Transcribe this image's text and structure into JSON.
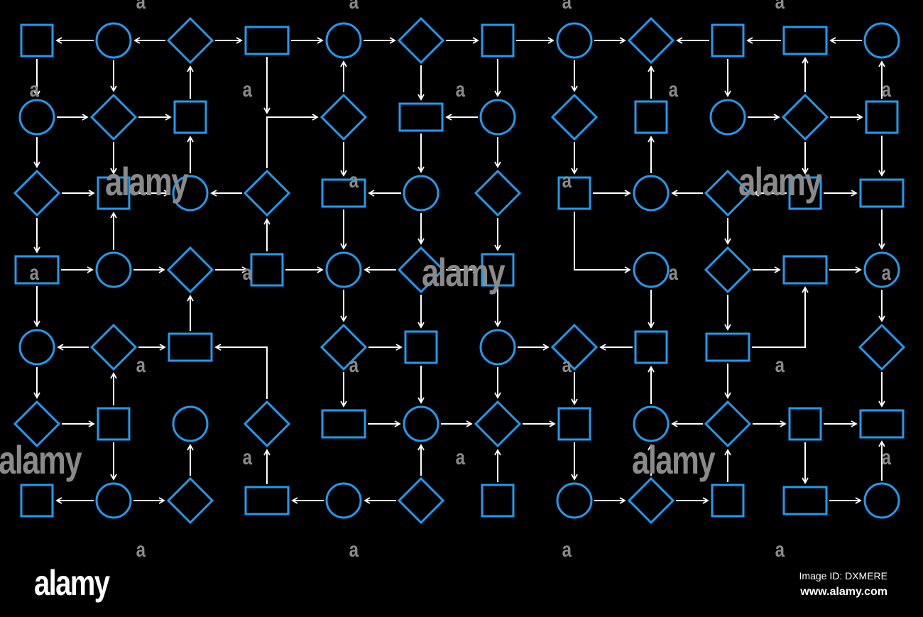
{
  "diagram": {
    "shape_color": "#1f9bf0",
    "arrow_color": "#ffffff",
    "background": "#000000",
    "grid": [
      [
        "square",
        "circle",
        "diamond",
        "rect",
        "circle",
        "diamond",
        "square",
        "circle",
        "diamond",
        "square",
        "rect",
        "circle"
      ],
      [
        "circle",
        "diamond",
        "square",
        null,
        "diamond",
        "rect",
        "circle",
        "diamond",
        "square",
        "circle",
        "diamond",
        "square"
      ],
      [
        "diamond",
        "square",
        "circle",
        "diamond",
        "rect",
        "circle",
        "diamond",
        "square",
        "circle",
        "diamond",
        "square",
        "rect"
      ],
      [
        "rect",
        "circle",
        "diamond",
        "square",
        "circle",
        "diamond",
        "square",
        null,
        "circle",
        "diamond",
        "rect",
        "circle"
      ],
      [
        "circle",
        "diamond",
        "rect",
        null,
        "diamond",
        "square",
        "circle",
        "diamond",
        "square",
        "rect",
        null,
        "diamond"
      ],
      [
        "diamond",
        "square",
        "circle",
        "diamond",
        "rect",
        "circle",
        "diamond",
        "square",
        "circle",
        "diamond",
        "square",
        "rect"
      ],
      [
        "square",
        "circle",
        "diamond",
        "rect",
        "circle",
        "diamond",
        "square",
        "circle",
        "diamond",
        "square",
        "rect",
        "circle"
      ]
    ],
    "arrows": [
      {
        "from": [
          0,
          1
        ],
        "dir": "left"
      },
      {
        "from": [
          0,
          2
        ],
        "dir": "left"
      },
      {
        "from": [
          0,
          2
        ],
        "dir": "right"
      },
      {
        "from": [
          0,
          3
        ],
        "dir": "right"
      },
      {
        "from": [
          0,
          4
        ],
        "dir": "right"
      },
      {
        "from": [
          0,
          5
        ],
        "dir": "right"
      },
      {
        "from": [
          0,
          6
        ],
        "dir": "right"
      },
      {
        "from": [
          0,
          7
        ],
        "dir": "right"
      },
      {
        "from": [
          0,
          9
        ],
        "dir": "left"
      },
      {
        "from": [
          0,
          10
        ],
        "dir": "left"
      },
      {
        "from": [
          0,
          11
        ],
        "dir": "left"
      },
      {
        "from": [
          0,
          0
        ],
        "dir": "down"
      },
      {
        "from": [
          0,
          1
        ],
        "dir": "down"
      },
      {
        "from": [
          0,
          3
        ],
        "dir": "down"
      },
      {
        "from": [
          0,
          5
        ],
        "dir": "down"
      },
      {
        "from": [
          0,
          6
        ],
        "dir": "down"
      },
      {
        "from": [
          0,
          7
        ],
        "dir": "down"
      },
      {
        "from": [
          0,
          9
        ],
        "dir": "down"
      },
      {
        "from": [
          1,
          2
        ],
        "dir": "up"
      },
      {
        "from": [
          1,
          4
        ],
        "dir": "up"
      },
      {
        "from": [
          1,
          8
        ],
        "dir": "up"
      },
      {
        "from": [
          1,
          10
        ],
        "dir": "up"
      },
      {
        "from": [
          1,
          11
        ],
        "dir": "up"
      },
      {
        "from": [
          1,
          0
        ],
        "dir": "right"
      },
      {
        "from": [
          1,
          1
        ],
        "dir": "right"
      },
      {
        "from": [
          1,
          6
        ],
        "dir": "left"
      },
      {
        "from": [
          1,
          9
        ],
        "dir": "right"
      },
      {
        "from": [
          1,
          10
        ],
        "dir": "right"
      },
      {
        "from": [
          1,
          0
        ],
        "dir": "down"
      },
      {
        "from": [
          1,
          1
        ],
        "dir": "down"
      },
      {
        "from": [
          1,
          4
        ],
        "dir": "down"
      },
      {
        "from": [
          1,
          5
        ],
        "dir": "down"
      },
      {
        "from": [
          1,
          6
        ],
        "dir": "down"
      },
      {
        "from": [
          1,
          7
        ],
        "dir": "down"
      },
      {
        "from": [
          1,
          10
        ],
        "dir": "down"
      },
      {
        "from": [
          1,
          11
        ],
        "dir": "down"
      },
      {
        "from": [
          2,
          2
        ],
        "dir": "up"
      },
      {
        "from": [
          2,
          8
        ],
        "dir": "up"
      },
      {
        "from": [
          2,
          0
        ],
        "dir": "right"
      },
      {
        "from": [
          2,
          1
        ],
        "dir": "right"
      },
      {
        "from": [
          2,
          3
        ],
        "dir": "left"
      },
      {
        "from": [
          2,
          5
        ],
        "dir": "left"
      },
      {
        "from": [
          2,
          7
        ],
        "dir": "right"
      },
      {
        "from": [
          2,
          9
        ],
        "dir": "left"
      },
      {
        "from": [
          2,
          10
        ],
        "dir": "left"
      },
      {
        "from": [
          2,
          10
        ],
        "dir": "right"
      },
      {
        "from": [
          2,
          0
        ],
        "dir": "down"
      },
      {
        "from": [
          2,
          4
        ],
        "dir": "down"
      },
      {
        "from": [
          2,
          5
        ],
        "dir": "down"
      },
      {
        "from": [
          2,
          6
        ],
        "dir": "down"
      },
      {
        "from": [
          2,
          9
        ],
        "dir": "down"
      },
      {
        "from": [
          2,
          11
        ],
        "dir": "down"
      },
      {
        "from": [
          3,
          1
        ],
        "dir": "up"
      },
      {
        "from": [
          3,
          3
        ],
        "dir": "up"
      },
      {
        "from": [
          3,
          0
        ],
        "dir": "right"
      },
      {
        "from": [
          3,
          1
        ],
        "dir": "right"
      },
      {
        "from": [
          3,
          2
        ],
        "dir": "right"
      },
      {
        "from": [
          3,
          3
        ],
        "dir": "right"
      },
      {
        "from": [
          3,
          5
        ],
        "dir": "left"
      },
      {
        "from": [
          3,
          5
        ],
        "dir": "right"
      },
      {
        "from": [
          3,
          9
        ],
        "dir": "right"
      },
      {
        "from": [
          3,
          10
        ],
        "dir": "right"
      },
      {
        "from": [
          3,
          0
        ],
        "dir": "down"
      },
      {
        "from": [
          3,
          4
        ],
        "dir": "down"
      },
      {
        "from": [
          3,
          5
        ],
        "dir": "down"
      },
      {
        "from": [
          3,
          6
        ],
        "dir": "down"
      },
      {
        "from": [
          3,
          8
        ],
        "dir": "down"
      },
      {
        "from": [
          3,
          9
        ],
        "dir": "down"
      },
      {
        "from": [
          3,
          11
        ],
        "dir": "down"
      },
      {
        "from": [
          4,
          2
        ],
        "dir": "up"
      },
      {
        "from": [
          4,
          1
        ],
        "dir": "left"
      },
      {
        "from": [
          4,
          1
        ],
        "dir": "right"
      },
      {
        "from": [
          4,
          4
        ],
        "dir": "right"
      },
      {
        "from": [
          4,
          6
        ],
        "dir": "right"
      },
      {
        "from": [
          4,
          8
        ],
        "dir": "left"
      },
      {
        "from": [
          4,
          0
        ],
        "dir": "down"
      },
      {
        "from": [
          4,
          4
        ],
        "dir": "down"
      },
      {
        "from": [
          4,
          5
        ],
        "dir": "down"
      },
      {
        "from": [
          4,
          6
        ],
        "dir": "down"
      },
      {
        "from": [
          4,
          7
        ],
        "dir": "down"
      },
      {
        "from": [
          4,
          9
        ],
        "dir": "down"
      },
      {
        "from": [
          4,
          11
        ],
        "dir": "down"
      },
      {
        "from": [
          5,
          1
        ],
        "dir": "up"
      },
      {
        "from": [
          5,
          8
        ],
        "dir": "up"
      },
      {
        "from": [
          5,
          0
        ],
        "dir": "right"
      },
      {
        "from": [
          5,
          4
        ],
        "dir": "right"
      },
      {
        "from": [
          5,
          5
        ],
        "dir": "right"
      },
      {
        "from": [
          5,
          6
        ],
        "dir": "right"
      },
      {
        "from": [
          5,
          9
        ],
        "dir": "left"
      },
      {
        "from": [
          5,
          9
        ],
        "dir": "right"
      },
      {
        "from": [
          5,
          10
        ],
        "dir": "right"
      },
      {
        "from": [
          5,
          1
        ],
        "dir": "down"
      },
      {
        "from": [
          5,
          7
        ],
        "dir": "down"
      },
      {
        "from": [
          5,
          10
        ],
        "dir": "down"
      },
      {
        "from": [
          6,
          2
        ],
        "dir": "up"
      },
      {
        "from": [
          6,
          3
        ],
        "dir": "up"
      },
      {
        "from": [
          6,
          5
        ],
        "dir": "up"
      },
      {
        "from": [
          6,
          6
        ],
        "dir": "up"
      },
      {
        "from": [
          6,
          8
        ],
        "dir": "up"
      },
      {
        "from": [
          6,
          9
        ],
        "dir": "up"
      },
      {
        "from": [
          6,
          11
        ],
        "dir": "up"
      },
      {
        "from": [
          6,
          1
        ],
        "dir": "left"
      },
      {
        "from": [
          6,
          1
        ],
        "dir": "right"
      },
      {
        "from": [
          6,
          4
        ],
        "dir": "left"
      },
      {
        "from": [
          6,
          5
        ],
        "dir": "left"
      },
      {
        "from": [
          6,
          7
        ],
        "dir": "right"
      },
      {
        "from": [
          6,
          8
        ],
        "dir": "right"
      },
      {
        "from": [
          6,
          10
        ],
        "dir": "right"
      }
    ],
    "connectors": [
      {
        "from": [
          2,
          3
        ],
        "path": [
          "up",
          "right"
        ],
        "to": [
          1,
          4
        ]
      },
      {
        "from": [
          2,
          7
        ],
        "path": [
          "down",
          "right"
        ],
        "to": [
          3,
          8
        ]
      },
      {
        "from": [
          5,
          3
        ],
        "path": [
          "up",
          "left"
        ],
        "to": [
          4,
          2
        ]
      },
      {
        "from": [
          4,
          9
        ],
        "path": [
          "right",
          "up"
        ],
        "to": [
          3,
          10
        ]
      }
    ]
  },
  "watermarks": {
    "brand_text": "alamy",
    "mark_letter": "a"
  },
  "footer": {
    "logo": "alamy",
    "image_id": "Image ID: DXMERE",
    "url": "www.alamy.com"
  }
}
